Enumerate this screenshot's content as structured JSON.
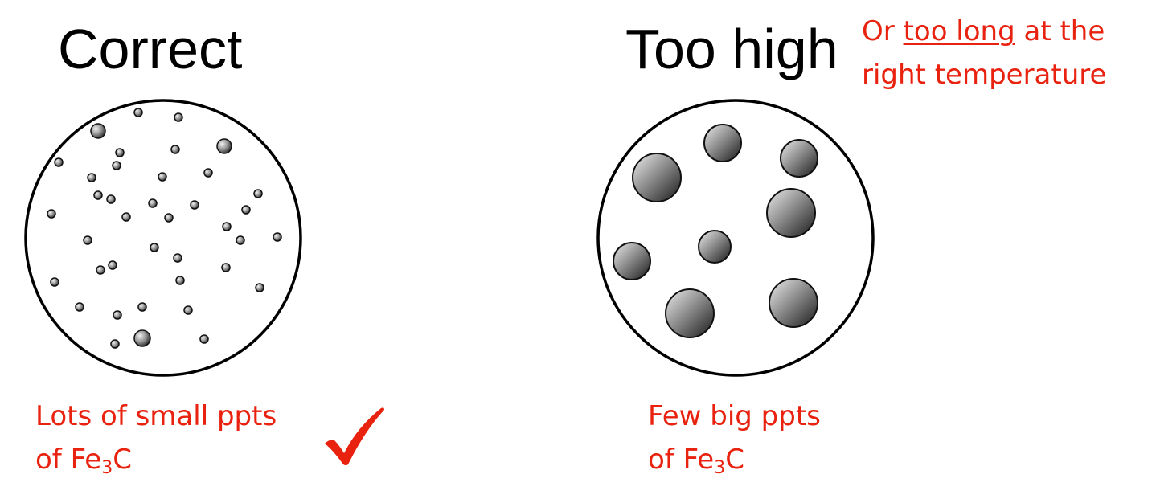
{
  "left_panel": {
    "heading": "Correct",
    "caption_line1": "Lots of small ppts",
    "caption_line2_prefix": "of Fe",
    "caption_subscript": "3",
    "caption_line2_suffix": "C",
    "checkmark": "✓"
  },
  "right_panel": {
    "heading": "Too high",
    "note_prefix": "Or ",
    "note_underlined": "too long",
    "note_suffix": " at the",
    "note_line2": "right temperature",
    "caption_line1": "Few big ppts",
    "caption_line2_prefix": "of Fe",
    "caption_subscript": "3",
    "caption_line2_suffix": "C"
  },
  "colors": {
    "heading_text": "#000000",
    "annotation_red": "#e8220f",
    "circle_outline": "#000000",
    "particle_dark": "#1a1a1a",
    "particle_light": "#f2f2f2"
  },
  "icons": [
    "checkmark-icon"
  ]
}
